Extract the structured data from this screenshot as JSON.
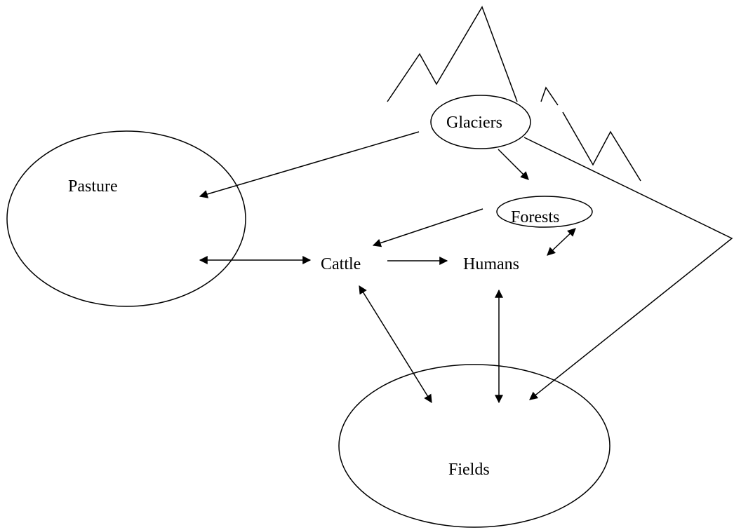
{
  "diagram": {
    "colors": {
      "stroke": "#000000",
      "background": "#ffffff"
    },
    "nodes": {
      "glaciers": "Glaciers",
      "pasture": "Pasture",
      "forests": "Forests",
      "cattle": "Cattle",
      "humans": "Humans",
      "fields": "Fields"
    },
    "decorations": [
      "mountain-outline-icon"
    ]
  }
}
